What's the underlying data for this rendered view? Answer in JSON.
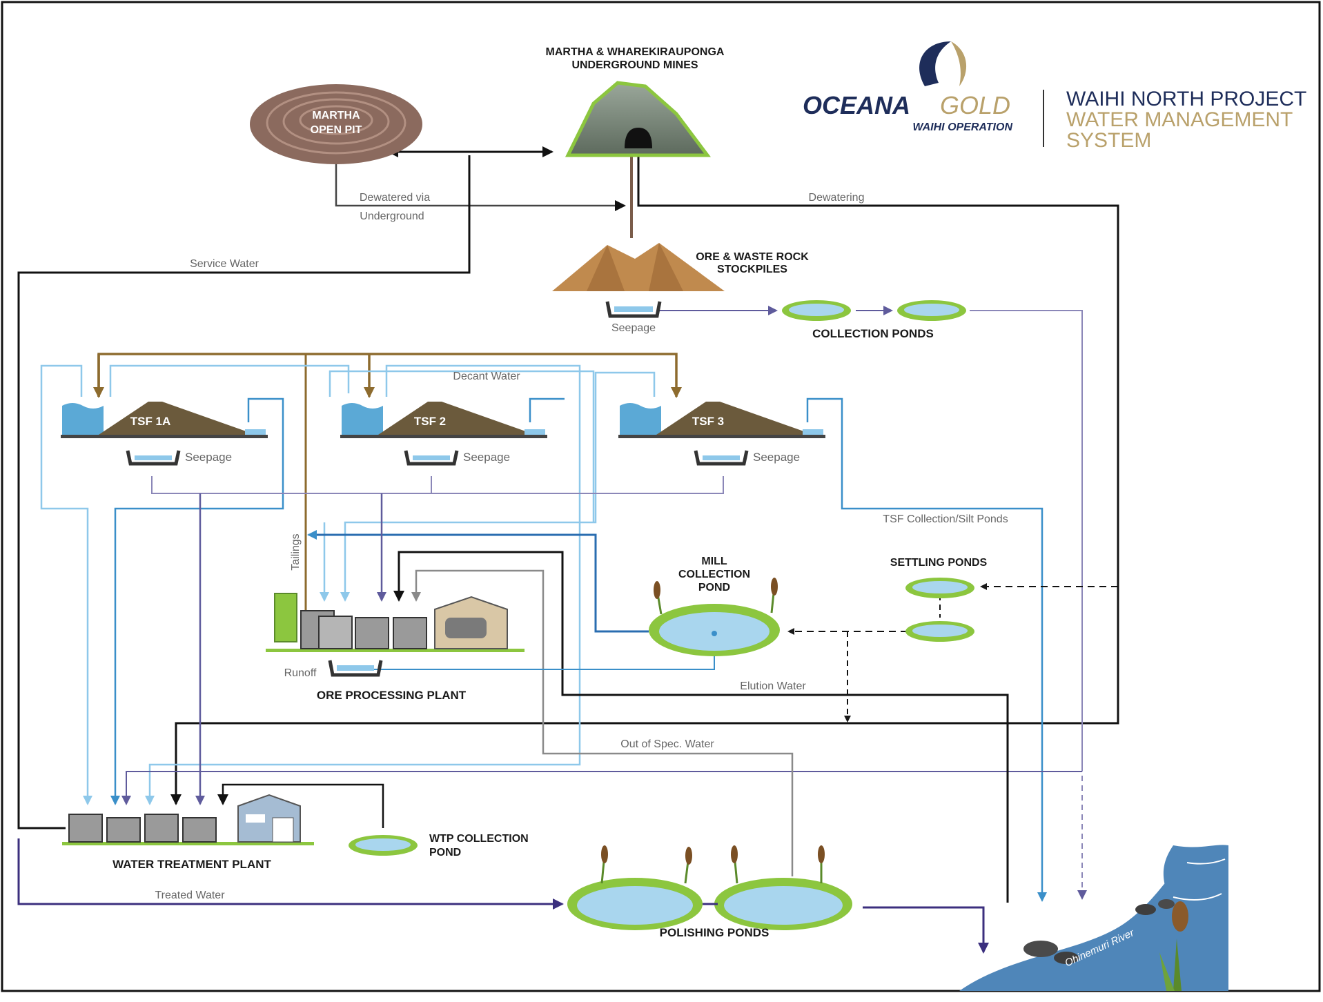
{
  "header": {
    "brand_ocean": "OCEANA",
    "brand_gold": "GOLD",
    "brand_sub": "WAIHI OPERATION",
    "project_line1": "WAIHI NORTH PROJECT",
    "project_line2": "WATER MANAGEMENT",
    "project_line3": "SYSTEM"
  },
  "facilities": {
    "martha_pit_1": "MARTHA",
    "martha_pit_2": "OPEN PIT",
    "mines_1": "MARTHA & WHAREKIRAUPONGA",
    "mines_2": "UNDERGROUND MINES",
    "stockpiles_1": "ORE & WASTE ROCK",
    "stockpiles_2": "STOCKPILES",
    "collection_ponds": "COLLECTION PONDS",
    "tsf1a": "TSF 1A",
    "tsf2": "TSF 2",
    "tsf3": "TSF 3",
    "mill_pond_1": "MILL",
    "mill_pond_2": "COLLECTION",
    "mill_pond_3": "POND",
    "settling_ponds": "SETTLING PONDS",
    "ore_plant": "ORE PROCESSING PLANT",
    "wtp": "WATER TREATMENT PLANT",
    "wtp_pond_1": "WTP COLLECTION",
    "wtp_pond_2": "POND",
    "polishing_ponds": "POLISHING PONDS",
    "river": "Ohinemuri River"
  },
  "flows": {
    "dewatered_1": "Dewatered via",
    "dewatered_2": "Underground",
    "dewatering": "Dewatering",
    "service_water": "Service Water",
    "seepage": "Seepage",
    "decant_water": "Decant Water",
    "tsf_collection": "TSF Collection/Silt Ponds",
    "tailings": "Tailings",
    "runoff": "Runoff",
    "elution_water": "Elution Water",
    "out_of_spec": "Out of Spec. Water",
    "treated_water": "Treated Water"
  },
  "colors": {
    "brand_navy": "#1e2d5a",
    "brand_gold": "#b9a16b",
    "water": "#a9d6ee",
    "light_blue_line": "#8ec8ea",
    "blue_line": "#3a8fc9",
    "purple_line": "#7b78b4",
    "brown_line": "#8d6b2e",
    "grey_line": "#8a8a8a",
    "dark_line": "#1a1a1a",
    "navy_line": "#3b2f7e",
    "grass": "#8cc63f",
    "tsf_earth": "#6b5a3c",
    "river": "#4f86b9"
  }
}
